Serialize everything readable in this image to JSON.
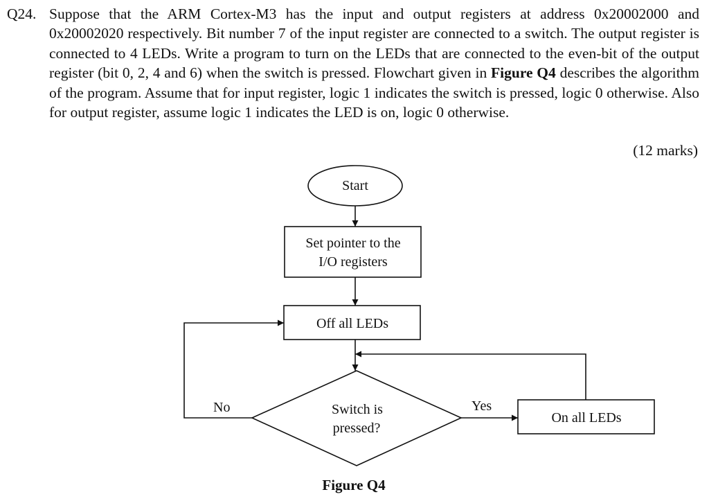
{
  "question": {
    "number": "Q24.",
    "text_part1": "Suppose that the ARM Cortex-M3 has the input and output registers at address 0x20002000 and 0x20002020 respectively. Bit number 7 of the input register are connected to a switch. The output register is connected to 4 LEDs. Write a program to turn on the LEDs that are connected to the even-bit of the output register (bit 0, 2, 4 and 6) when the switch is pressed. Flowchart given in",
    "figure_ref": "Figure Q4",
    "text_part2": "describes the algorithm of the program. Assume that for input register, logic 1 indicates the switch is pressed, logic 0 otherwise. Also for output register, assume logic 1 indicates the LED is on, logic 0 otherwise.",
    "marks": "(12 marks)"
  },
  "flowchart": {
    "start": "Start",
    "set_pointer_line1": "Set pointer to the",
    "set_pointer_line2": "I/O registers",
    "off_leds": "Off all LEDs",
    "decision_line1": "Switch is",
    "decision_line2": "pressed?",
    "no_label": "No",
    "yes_label": "Yes",
    "on_leds": "On all LEDs",
    "caption": "Figure Q4"
  }
}
